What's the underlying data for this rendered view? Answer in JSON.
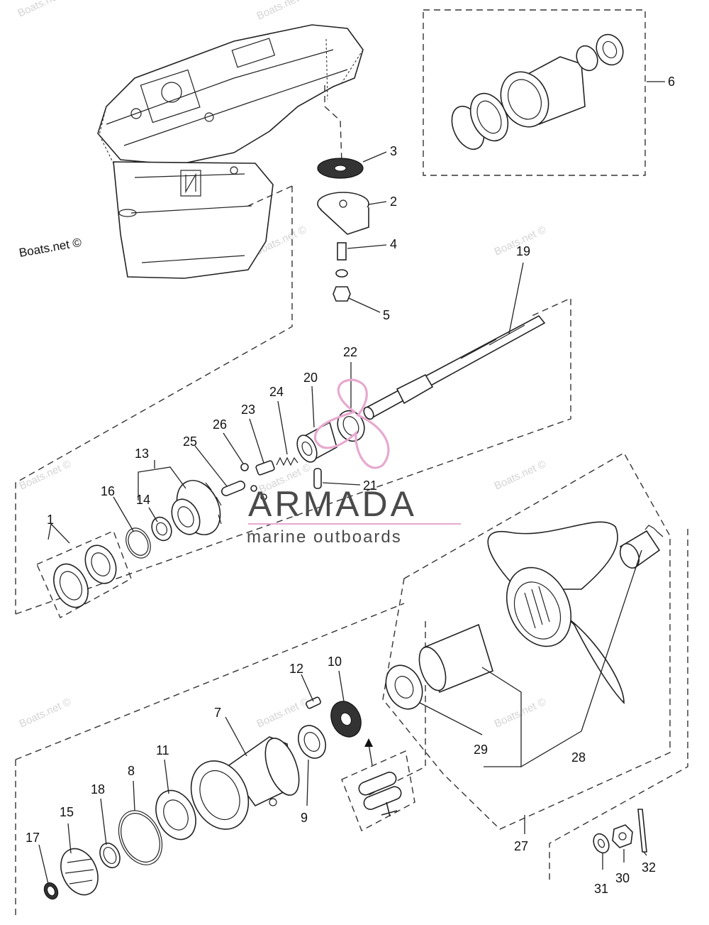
{
  "copyright": "Boats.net ©",
  "watermark": "Boats.net ©",
  "logo": {
    "name": "ARMADA",
    "tagline": "marine outboards",
    "accent_color": "#e7a9cf",
    "text_color": "#4a4a4a"
  },
  "callouts": [
    "1",
    "2",
    "3",
    "4",
    "5",
    "6",
    "7",
    "8",
    "9",
    "10",
    "11",
    "12",
    "13",
    "14",
    "15",
    "16",
    "17",
    "18",
    "19",
    "20",
    "21",
    "22",
    "23",
    "24",
    "25",
    "26",
    "27",
    "28",
    "29",
    "30",
    "31",
    "32"
  ]
}
